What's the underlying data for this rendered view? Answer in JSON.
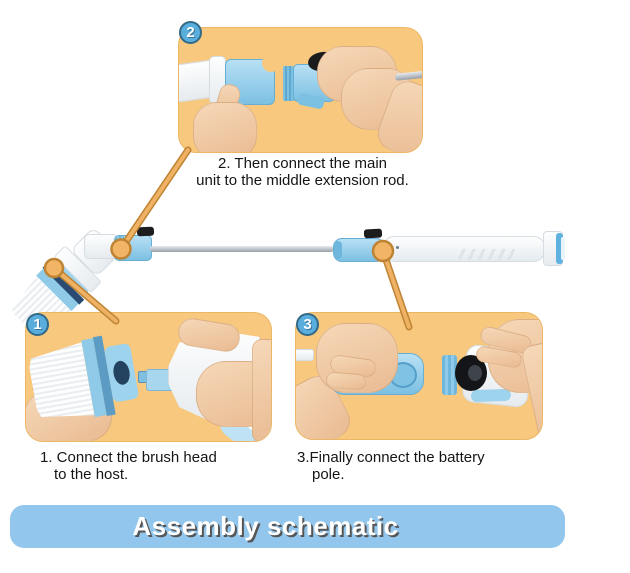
{
  "steps": {
    "step1": {
      "badge": "1",
      "line1": "1. Connect the brush head",
      "line2": "to the host."
    },
    "step2": {
      "badge": "2",
      "line1": "2. Then connect the main",
      "line2": "unit to the middle extension rod."
    },
    "step3": {
      "badge": "3",
      "line1": "3.Finally connect the battery",
      "line2": "pole."
    }
  },
  "banner": {
    "label": "Assembly schematic"
  },
  "colors": {
    "panel_bg": "#F7C87E",
    "callout_line": "#EFB264",
    "callout_border": "#BE8333",
    "badge_bg": "#59AEDD",
    "banner_bg": "#93C6EC",
    "product_light_blue": "#7CC0E2",
    "product_navy": "#2A4A71",
    "bristle_white": "#FDFEFE"
  },
  "icons": {
    "marker": "callout-circle-marker"
  }
}
